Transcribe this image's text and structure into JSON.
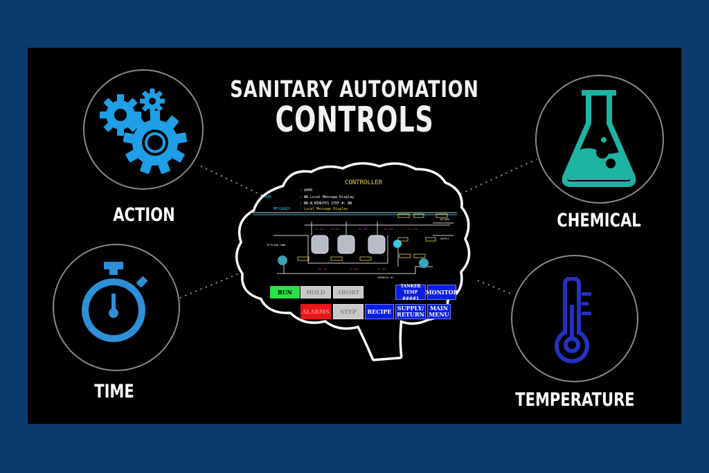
{
  "title": {
    "line1": "SANITARY AUTOMATION",
    "line2": "CONTROLS"
  },
  "labels": {
    "action": "ACTION",
    "time": "TIME",
    "chemical": "CHEMICAL",
    "temperature": "TEMPERATURE"
  },
  "colors": {
    "background": "#0a3a6e",
    "panel": "#000000",
    "gears": "#1e9fe6",
    "stopwatch": "#2f8fd8",
    "flask": "#1fb3a2",
    "thermometer": "#2431c4"
  },
  "icons": {
    "action": "gears-icon",
    "time": "stopwatch-icon",
    "chemical": "flask-icon",
    "temperature": "thermometer-icon",
    "center": "brain-icon"
  },
  "hmi": {
    "title": "CONTROLLER",
    "row1_key": "",
    "row1_val": ": $000",
    "row2_key": "RUN",
    "row2_val": ": NN   Local Message Display",
    "row3_val": ": NN.N MINUTES   STEP #: NN",
    "row4_key": "MESSAGES",
    "row4_val": ": Local Message Display",
    "settling_tank": "SETTLING\nTANK",
    "return_label": "RETURN",
    "supply_label": "SUPPLY",
    "chemical_label": "CHEMICAL #1",
    "buttons": {
      "run": "RUN",
      "hold": "HOLD",
      "abort": "ABORT",
      "tanker_temp": "TANKER\nTEMP ####1",
      "monitor": "MONITOR",
      "alarms": "ALARMS",
      "step": "STEP",
      "recipe": "RECIPE",
      "supply_return": "SUPPLY/\nRETURN",
      "main_menu": "MAIN\nMENU"
    }
  }
}
